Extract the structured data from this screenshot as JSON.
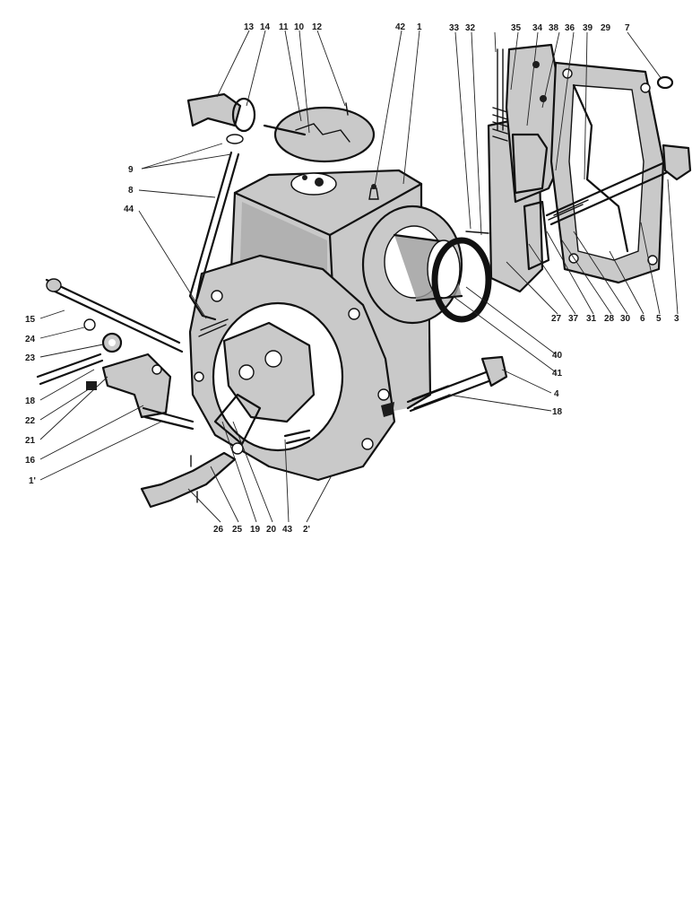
{
  "diagram": {
    "labels": {
      "l13": "13",
      "l14": "14",
      "l11": "11",
      "l10": "10",
      "l12": "12",
      "l42": "42",
      "l1": "1",
      "l33": "33",
      "l32": "32",
      "l35": "35",
      "l34": "34",
      "l38": "38",
      "l36": "36",
      "l39": "39",
      "l29": "29",
      "l7": "7",
      "l9": "9",
      "l8": "8",
      "l44": "44",
      "l15": "15",
      "l24": "24",
      "l23": "23",
      "l18a": "18",
      "l22": "22",
      "l21": "21",
      "l16": "16",
      "l17": "1'",
      "l27": "27",
      "l37": "37",
      "l31": "31",
      "l28": "28",
      "l30": "30",
      "l6": "6",
      "l5": "5",
      "l3": "3",
      "l40": "40",
      "l41": "41",
      "l4": "4",
      "l18b": "18",
      "l26": "26",
      "l25": "25",
      "l19": "19",
      "l20": "20",
      "l43": "43",
      "l2": "2'"
    }
  }
}
